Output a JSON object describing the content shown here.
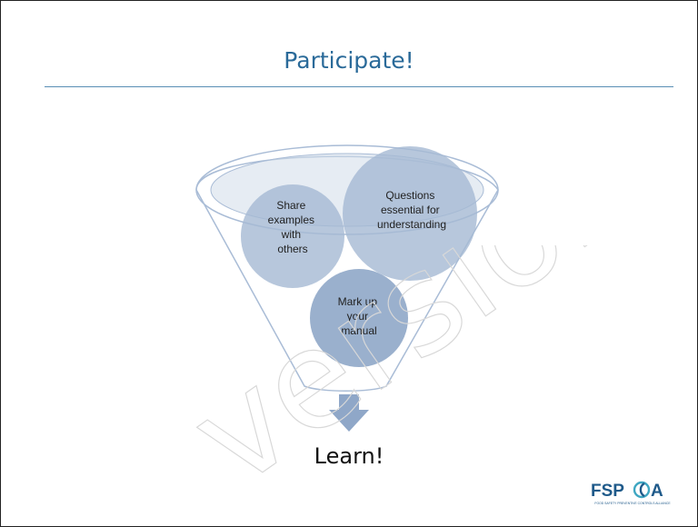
{
  "slide": {
    "title": "Participate!",
    "result_label": "Learn!"
  },
  "diagram": {
    "circles": [
      {
        "label_lines": [
          "Share",
          "examples",
          "with",
          "others"
        ]
      },
      {
        "label_lines": [
          "Questions",
          "essential for",
          "understanding"
        ]
      },
      {
        "label_lines": [
          "Mark up",
          "your",
          "manual"
        ]
      }
    ]
  },
  "logo": {
    "letters": "FSPCA",
    "tagline": "FOOD SAFETY PREVENTIVE CONTROLS ALLIANCE"
  },
  "watermark": {
    "text": "version"
  },
  "colors": {
    "title": "#2a6a99",
    "funnel_outline": "#a9bcd6",
    "circle_fill": "#a5b9d3",
    "circle_dark": "#8fa7c8",
    "arrow": "#8fa7c8"
  }
}
